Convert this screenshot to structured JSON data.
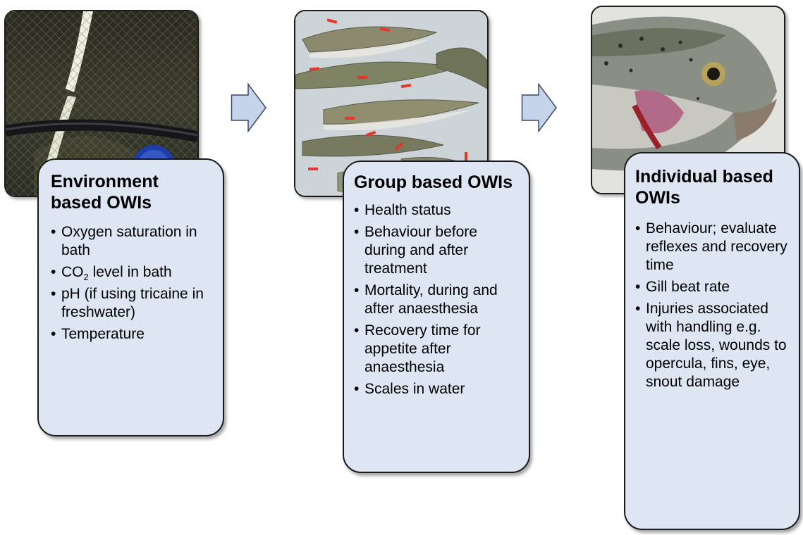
{
  "panels": [
    {
      "title_line1": "Environment",
      "title_line2": "based OWIs",
      "items": [
        "Oxygen saturation in bath",
        "CO",
        "pH (if using tricaine in freshwater)",
        "Temperature"
      ],
      "co2_sub": "2",
      "co2_rest": " level in bath"
    },
    {
      "title": "Group based OWIs",
      "items": [
        "Health status",
        "Behaviour before during and after treatment",
        "Mortality, during and after anaesthesia",
        "Recovery time for appetite after anaesthesia",
        "Scales in water"
      ]
    },
    {
      "title_line1": "Individual based",
      "title_line2": "OWIs",
      "items": [
        "Behaviour; evaluate reflexes and recovery time",
        "Gill beat rate",
        "Injuries associated with handling e.g. scale loss, wounds to opercula, fins, eye, snout damage"
      ]
    }
  ],
  "arrow_color": "#c5d4ea",
  "card_color": "#dde6f2"
}
